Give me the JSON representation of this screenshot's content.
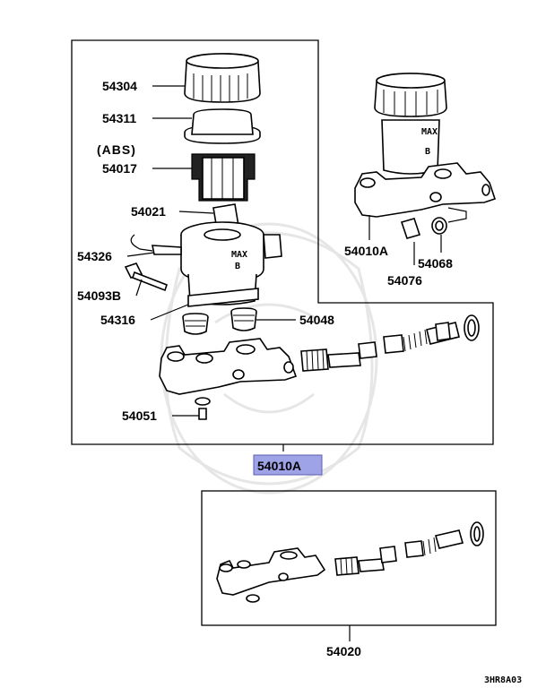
{
  "labels": {
    "p54304": "54304",
    "p54311": "54311",
    "abs": "(ABS)",
    "p54017": "54017",
    "p54021": "54021",
    "p54326": "54326",
    "p54093b": "54093B",
    "p54316": "54316",
    "p54048": "54048",
    "p54051": "54051",
    "p54010a_asm": "54010A",
    "p54010a_top": "54010A",
    "p54068": "54068",
    "p54076": "54076",
    "p54020": "54020"
  },
  "reservoir_marks": {
    "max_main": "MAX",
    "min_main": "B",
    "max_top": "MAX",
    "min_top": "B"
  },
  "diagram_code": "3HR8A03",
  "colors": {
    "highlight": "#9ea2e6",
    "line": "#000000"
  }
}
